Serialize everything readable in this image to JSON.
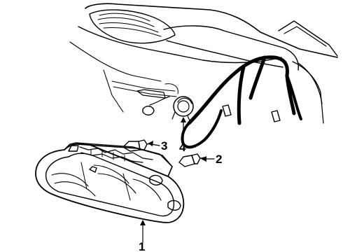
{
  "callouts": [
    {
      "id": "1",
      "label": "1",
      "part": "headlamp-assembly"
    },
    {
      "id": "2",
      "label": "2",
      "part": "bulb-right"
    },
    {
      "id": "3",
      "label": "3",
      "part": "bulb-left"
    },
    {
      "id": "4",
      "label": "4",
      "part": "socket"
    }
  ]
}
